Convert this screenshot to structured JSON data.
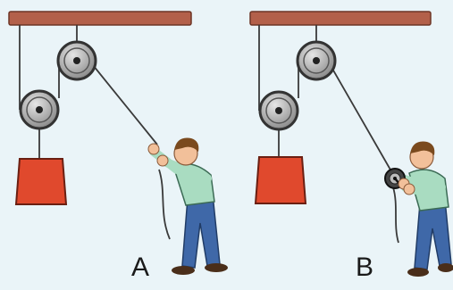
{
  "labels": {
    "a": "A",
    "b": "B"
  },
  "colors": {
    "background": "#eaf4f8",
    "beam": "#b3604a",
    "pulley_rim": "#4a4a4a",
    "pulley_face": "#b9b9b9",
    "load": "#e0492d",
    "rope": "#3a3a3a",
    "shirt": "#a9dcc1",
    "pants": "#3f68a8",
    "skin": "#f2c09a",
    "hair": "#7a4a1e"
  },
  "scenes": [
    {
      "id": "A",
      "pulleys": 2,
      "pull_method": "hand"
    },
    {
      "id": "B",
      "pulleys": 2,
      "pull_method": "crank-reel"
    }
  ]
}
